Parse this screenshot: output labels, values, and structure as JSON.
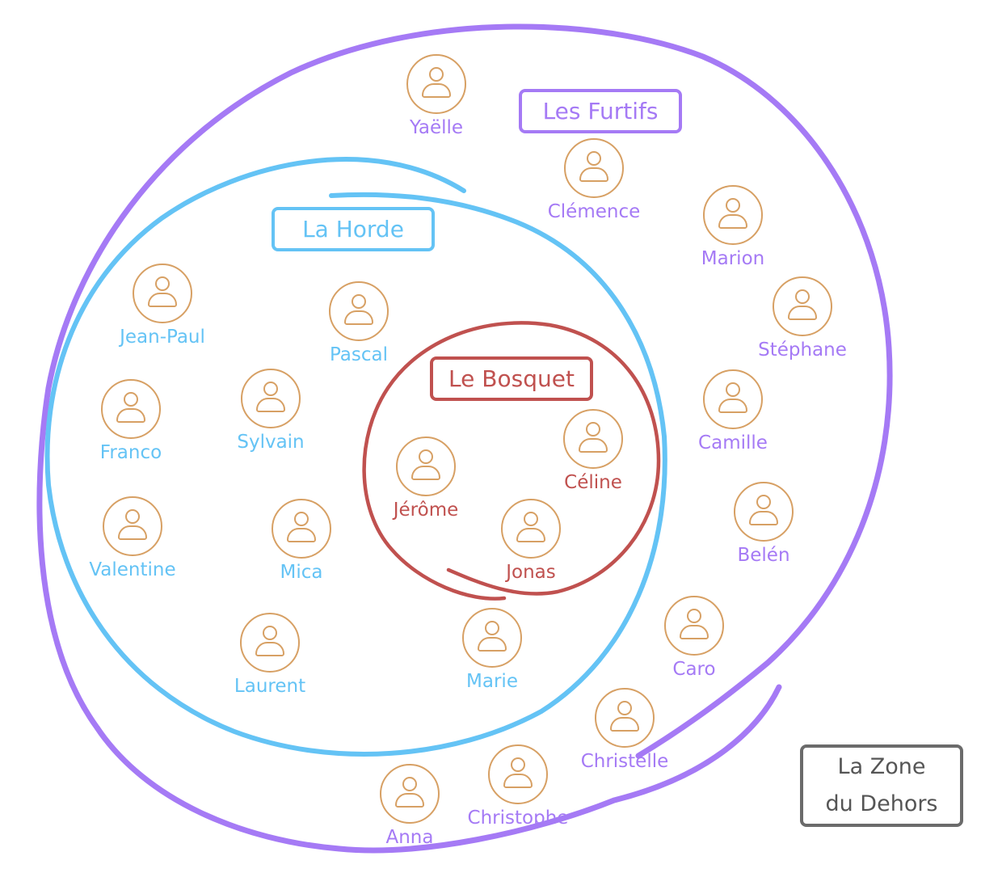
{
  "colors": {
    "furtifs": "#a57af5",
    "horde": "#64c3f5",
    "bosquet": "#c0514f",
    "dehors": "#6b6b6b",
    "avatar": "#d7a064"
  },
  "groups": {
    "furtifs": "Les Furtifs",
    "horde": "La Horde",
    "bosquet": "Le Bosquet"
  },
  "zone": {
    "line1": "La Zone",
    "line2": "du Dehors"
  },
  "people": [
    {
      "name": "Yaëlle",
      "group": "furtifs",
      "icon": "user-icon"
    },
    {
      "name": "Clémence",
      "group": "furtifs",
      "icon": "user-icon"
    },
    {
      "name": "Marion",
      "group": "furtifs",
      "icon": "user-icon"
    },
    {
      "name": "Stéphane",
      "group": "furtifs",
      "icon": "user-icon"
    },
    {
      "name": "Camille",
      "group": "furtifs",
      "icon": "user-icon"
    },
    {
      "name": "Belén",
      "group": "furtifs",
      "icon": "user-icon"
    },
    {
      "name": "Caro",
      "group": "furtifs",
      "icon": "user-icon"
    },
    {
      "name": "Christelle",
      "group": "furtifs",
      "icon": "user-icon"
    },
    {
      "name": "Christophe",
      "group": "furtifs",
      "icon": "user-icon"
    },
    {
      "name": "Anna",
      "group": "furtifs",
      "icon": "user-icon"
    },
    {
      "name": "Jean-Paul",
      "group": "horde",
      "icon": "user-icon"
    },
    {
      "name": "Pascal",
      "group": "horde",
      "icon": "user-icon"
    },
    {
      "name": "Sylvain",
      "group": "horde",
      "icon": "user-icon"
    },
    {
      "name": "Franco",
      "group": "horde",
      "icon": "user-icon"
    },
    {
      "name": "Valentine",
      "group": "horde",
      "icon": "user-icon"
    },
    {
      "name": "Mica",
      "group": "horde",
      "icon": "user-icon"
    },
    {
      "name": "Laurent",
      "group": "horde",
      "icon": "user-icon"
    },
    {
      "name": "Marie",
      "group": "horde",
      "icon": "user-icon"
    },
    {
      "name": "Céline",
      "group": "bosquet",
      "icon": "user-icon"
    },
    {
      "name": "Jérôme",
      "group": "bosquet",
      "icon": "user-icon"
    },
    {
      "name": "Jonas",
      "group": "bosquet",
      "icon": "user-icon"
    }
  ]
}
